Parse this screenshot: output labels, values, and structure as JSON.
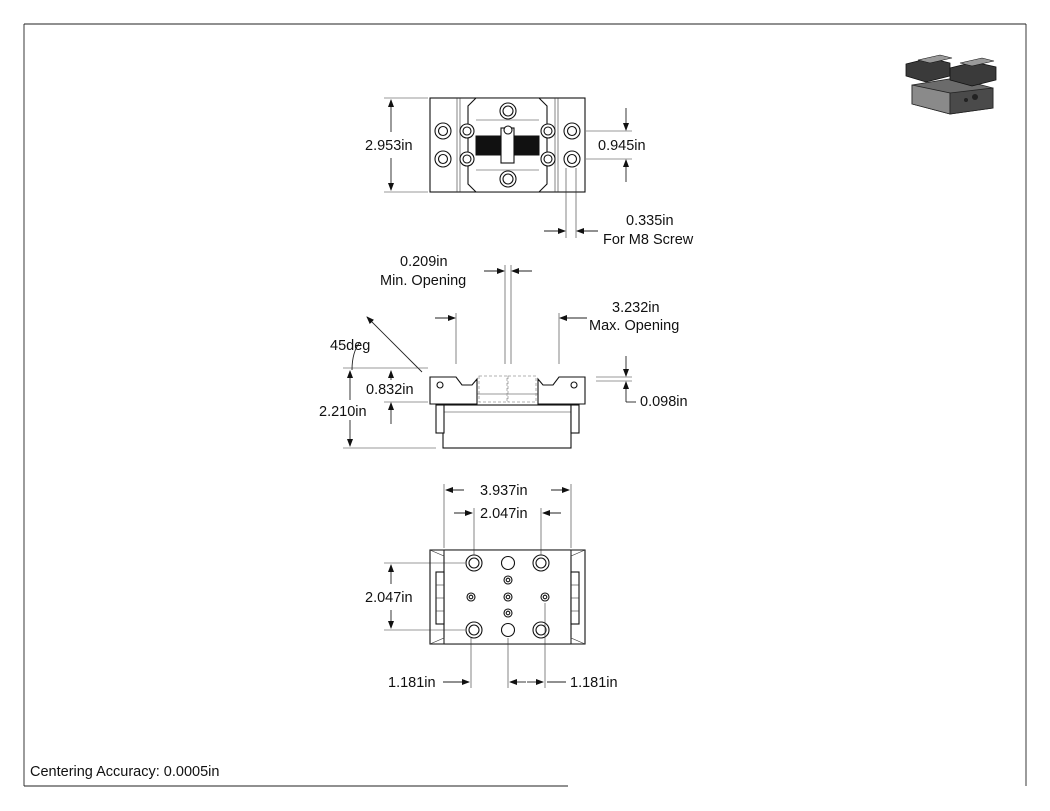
{
  "drawing": {
    "footer_note": "Centering Accuracy: 0.0005in",
    "top_view": {
      "height": "2.953in",
      "slot_spacing": "0.945in",
      "screw_slot": "0.335in",
      "screw_note": "For M8 Screw"
    },
    "front_view": {
      "min_opening": "0.209in",
      "min_opening_label": "Min. Opening",
      "max_opening": "3.232in",
      "max_opening_label": "Max. Opening",
      "angle": "45deg",
      "jaw_height": "0.832in",
      "overall_height": "2.210in",
      "step": "0.098in"
    },
    "bottom_view": {
      "width": "3.937in",
      "hole_spacing_x": "2.047in",
      "hole_spacing_y": "2.047in",
      "offset_left": "1.181in",
      "offset_right": "1.181in"
    },
    "colors": {
      "line": "#111111",
      "iso_dark": "#333333",
      "iso_mid": "#6b6b6b",
      "iso_light": "#9a9a9a"
    }
  }
}
